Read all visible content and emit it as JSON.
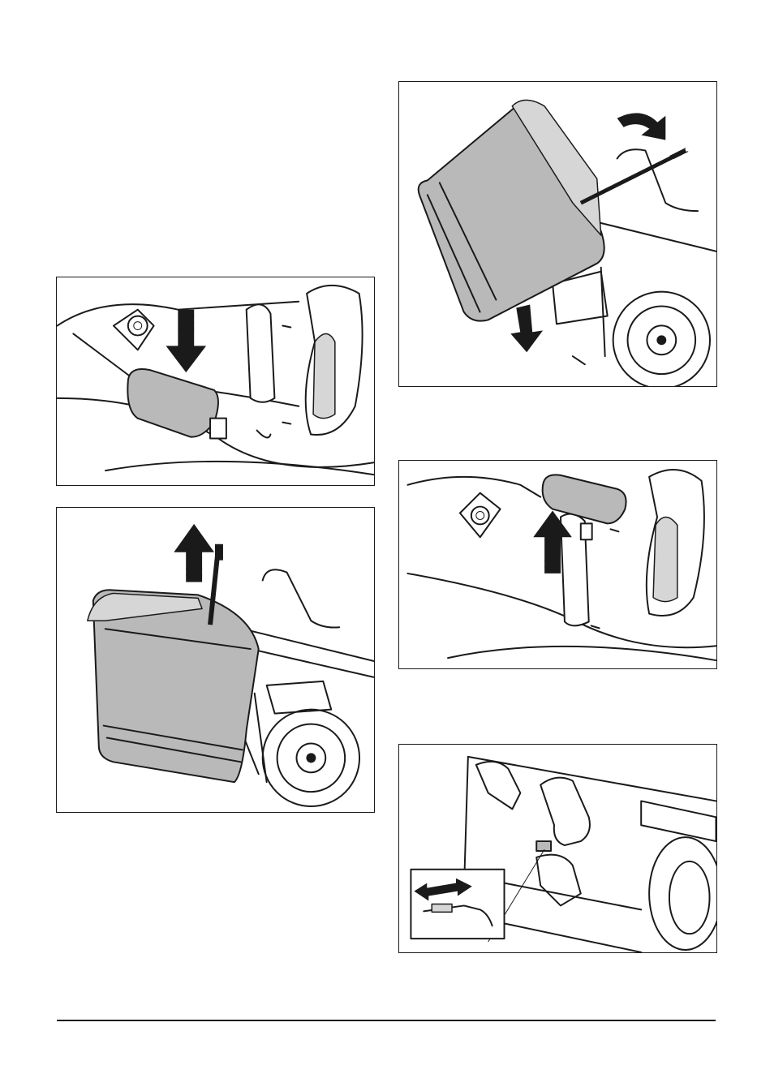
{
  "page": {
    "figures": [
      {
        "id": "fig-a",
        "icons": [
          "seat-pedal",
          "down-arrow"
        ]
      },
      {
        "id": "fig-b",
        "icons": [
          "collector-bag",
          "lift-rod",
          "up-arrow"
        ]
      },
      {
        "id": "fig-c",
        "icons": [
          "collector-bag",
          "lever",
          "curved-arrow",
          "down-arrow"
        ]
      },
      {
        "id": "fig-d",
        "icons": [
          "pedal",
          "up-arrow"
        ]
      },
      {
        "id": "fig-e",
        "icons": [
          "hitch-bracket",
          "pin",
          "double-arrow"
        ]
      }
    ],
    "colors": {
      "line": "#1a1a1a",
      "fill": "#b9b9b9",
      "background": "#ffffff"
    }
  }
}
